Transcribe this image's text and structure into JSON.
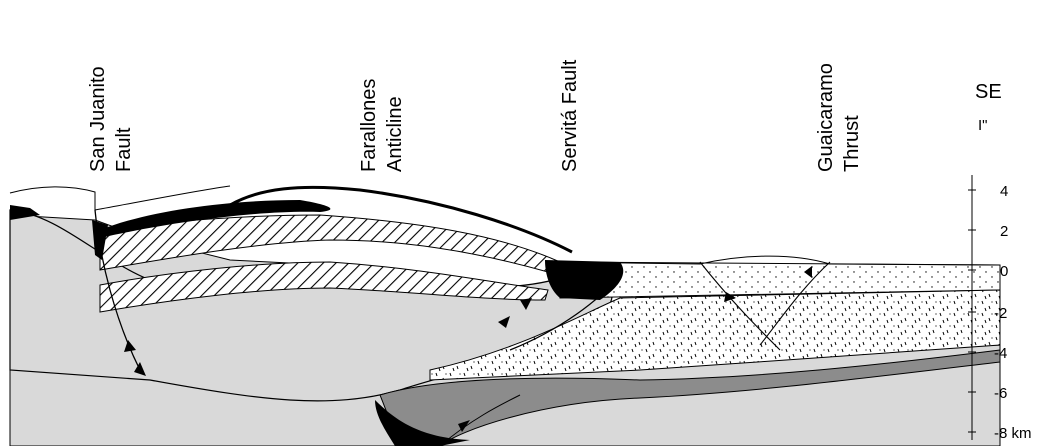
{
  "labels": {
    "san_juanito_1": "San Juanito",
    "san_juanito_2": "Fault",
    "farallones_1": "Farallones",
    "farallones_2": "Anticline",
    "servita": "Servitá Fault",
    "guaicaramo_1": "Guaicaramo",
    "guaicaramo_2": "Thrust",
    "orientation": "SE",
    "orientation_mark": "I\""
  },
  "depth_scale": {
    "ticks": [
      "4",
      "2",
      "0",
      "-2",
      "-4",
      "-6",
      "-8 km"
    ]
  },
  "colors": {
    "basement": "#d9d9d9",
    "dark_unit": "#8c8c8c",
    "black_unit": "#000000",
    "outline": "#000000"
  }
}
